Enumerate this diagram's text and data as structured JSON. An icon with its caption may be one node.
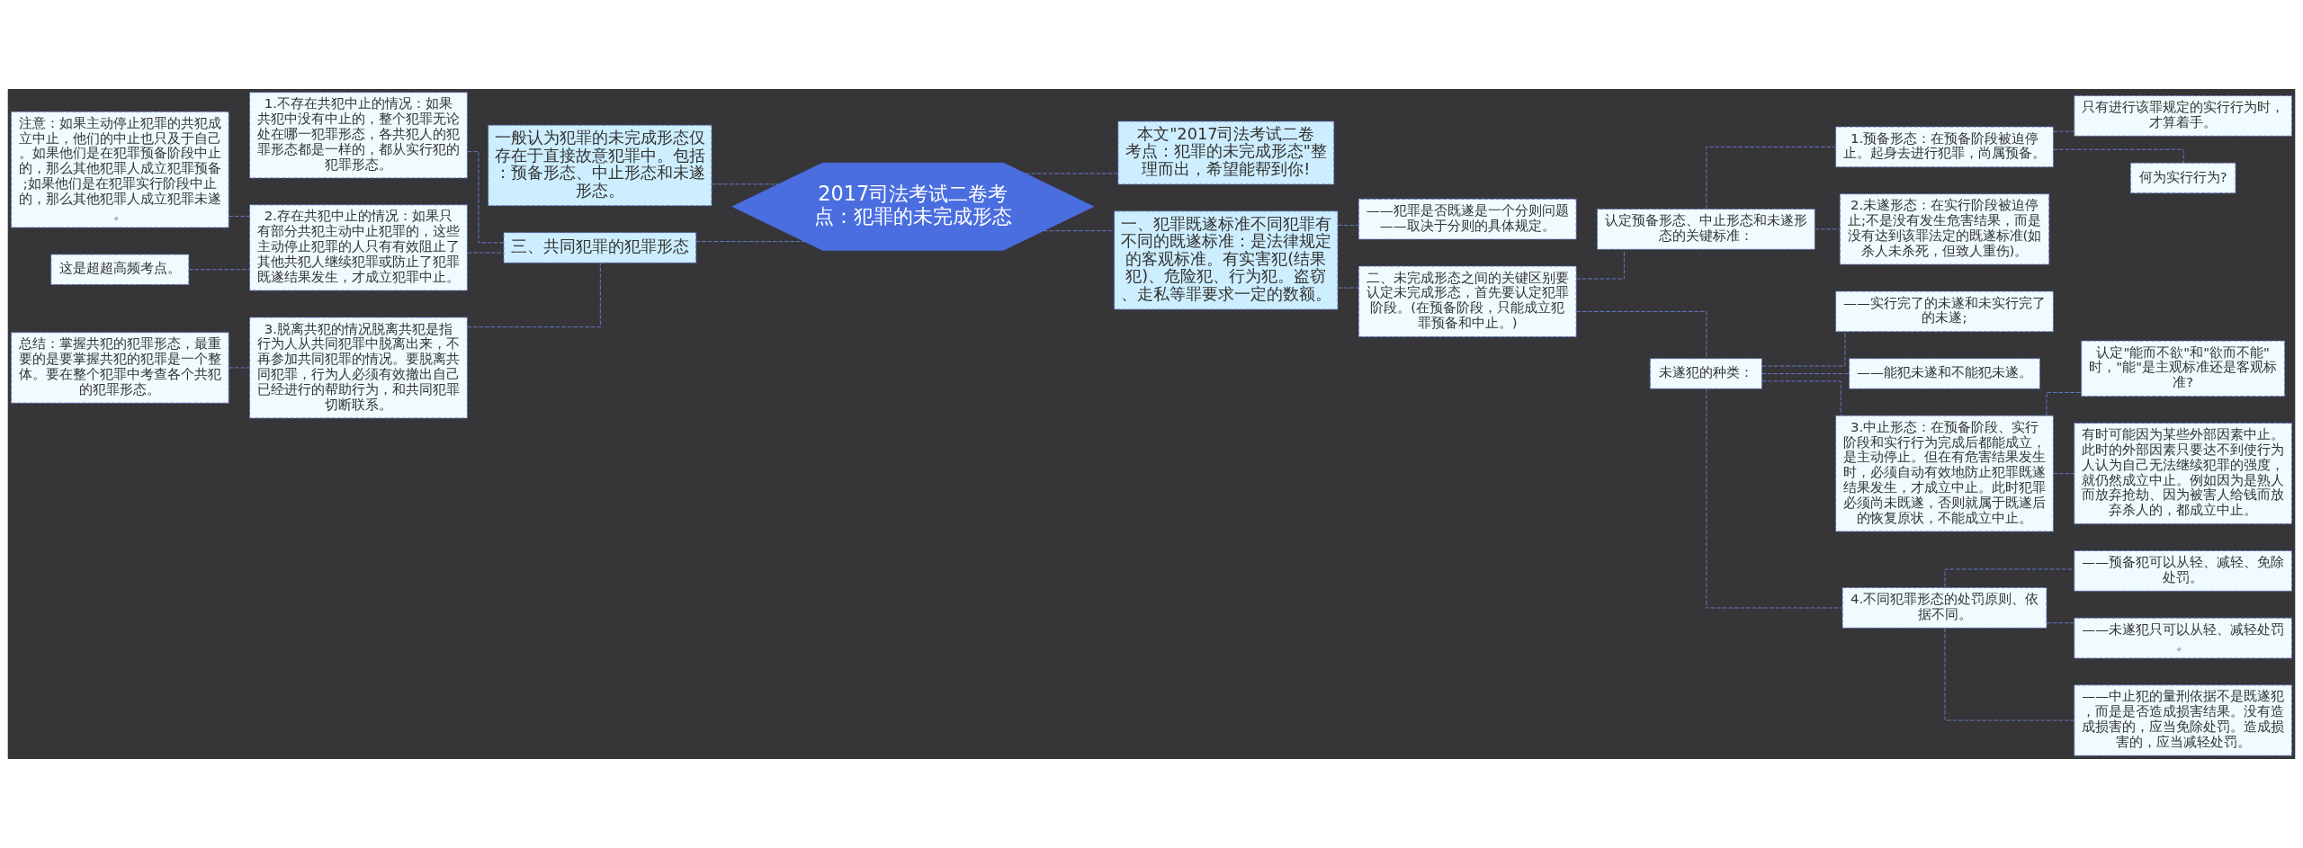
{
  "diagram": {
    "nodes": [
      {
        "text": [
          "2017司法考试二卷考点：犯罪的未完成形态"
        ]
      },
      {
        "text": [
          "一般认为犯罪的未完成形态仅存在于直接故意犯罪中。包括：预备形态、中止形态和未遂形态。"
        ]
      },
      {
        "text": [
          "三、共同犯罪的犯罪形态"
        ]
      },
      {
        "text": [
          "1.不存在共犯中止的情况：如果共犯中没有中止的，整个犯罪无论处在哪一犯罪形态，各共犯人的犯罪形态都是一样的，都从实行犯的犯罪形态。"
        ]
      },
      {
        "text": [
          "2.存在共犯中止的情况：如果只有部分共犯主动中止犯罪的，这些主动停止犯罪的人只有有效阻止了其他共犯人继续犯罪或防止了犯罪既遂结果发生，才成立犯罪中止。"
        ]
      },
      {
        "text": [
          "注意：如果主动停止犯罪的共犯成立中止，他们的中止也只及于自己。如果他们是在犯罪预备阶段中止的，那么其他犯罪人成立犯罪预备;如果他们是在犯罪实行阶段中止的，那么其他犯罪人成立犯罪未遂。"
        ]
      },
      {
        "text": [
          "这是超超高频考点。"
        ]
      },
      {
        "text": [
          "3.脱离共犯的情况脱离共犯是指行为人从共同犯罪中脱离出来，不再参加共同犯罪的情况。要脱离共同犯罪，行为人必须有效撤出自己已经进行的帮助行为，和共同犯罪切断联系。"
        ]
      },
      {
        "text": [
          "总结：掌握共犯的犯罪形态，最重要的是要掌握共犯的犯罪是一个整体。要在整个犯罪中考查各个共犯的犯罪形态。"
        ]
      },
      {
        "text": [
          "本文\"2017司法考试二卷考点：犯罪的未完成形态\"整理而出，希望能帮到你!"
        ]
      },
      {
        "text": [
          "一、犯罪既遂标准不同犯罪有不同的既遂标准：是法律规定的客观标准。有实害犯(结果犯)、危险犯、行为犯。盗窃、走私等罪要求一定的数额。"
        ]
      },
      {
        "text": [
          "——犯罪是否既遂是一个分则问题——取决于分则的具体规定。"
        ]
      },
      {
        "text": [
          "二、未完成形态之间的关键区别要认定未完成形态，首先要认定犯罪阶段。(在预备阶段，只能成立犯罪预备和中止。)"
        ]
      },
      {
        "text": [
          "认定预备形态、中止形态和未遂形态的关键标准："
        ]
      },
      {
        "text": [
          "1.预备形态：在预备阶段被迫停止。起身去进行犯罪，尚属预备。"
        ]
      },
      {
        "text": [
          "只有进行该罪规定的实行行为时，才算着手。"
        ]
      },
      {
        "text": [
          "何为实行行为?"
        ]
      },
      {
        "text": [
          "2.未遂形态：在实行阶段被迫停止;不是没有发生危害结果，而是没有达到该罪法定的既遂标准(如杀人未杀死，但致人重伤)。"
        ]
      },
      {
        "text": [
          "未遂犯的种类："
        ]
      },
      {
        "text": [
          "——实行完了的未遂和未实行完了的未遂;"
        ]
      },
      {
        "text": [
          "——能犯未遂和不能犯未遂。"
        ]
      },
      {
        "text": [
          "3.中止形态：在预备阶段、实行阶段和实行行为完成后都能成立，是主动停止。但在有危害结果发生时，必须自动有效地防止犯罪既遂结果发生，才成立中止。此时犯罪必须尚未既遂，否则就属于既遂后的恢复原状，不能成立中止。"
        ]
      },
      {
        "text": [
          "认定\"能而不欲\"和\"欲而不能\"时，\"能\"是主观标准还是客观标准?"
        ]
      },
      {
        "text": [
          "有时可能因为某些外部因素中止。此时的外部因素只要达不到使行为人认为自己无法继续犯罪的强度，就仍然成立中止。例如因为是熟人而放弃抢劫、因为被害人给钱而放弃杀人的，都成立中止。"
        ]
      },
      {
        "text": [
          "4.不同犯罪形态的处罚原则、依据不同。"
        ]
      },
      {
        "text": [
          "——预备犯可以从轻、减轻、免除处罚。"
        ]
      },
      {
        "text": [
          "——未遂犯只可以从轻、减轻处罚。"
        ]
      },
      {
        "text": [
          "——中止犯的量刑依据不是既遂犯，而是是否造成损害结果。没有造成损害的，应当免除处罚。造成损害的，应当减轻处罚。"
        ]
      }
    ],
    "edges": [
      {
        "from": 0,
        "to": 1,
        "arrow": "none",
        "style": "dashed"
      },
      {
        "from": 0,
        "to": 2,
        "arrow": "none",
        "style": "dashed"
      },
      {
        "from": 2,
        "to": 3,
        "arrow": "none",
        "style": "dashed"
      },
      {
        "from": 2,
        "to": 4,
        "arrow": "none",
        "style": "dashed"
      },
      {
        "from": 4,
        "to": 5,
        "arrow": "none",
        "style": "dashed"
      },
      {
        "from": 4,
        "to": 6,
        "arrow": "none",
        "style": "dashed"
      },
      {
        "from": 2,
        "to": 7,
        "arrow": "none",
        "style": "dashed"
      },
      {
        "from": 7,
        "to": 8,
        "arrow": "none",
        "style": "dashed"
      },
      {
        "from": 0,
        "to": 9,
        "arrow": "none",
        "style": "dashed"
      },
      {
        "from": 0,
        "to": 10,
        "arrow": "none",
        "style": "dashed"
      },
      {
        "from": 10,
        "to": 11,
        "arrow": "none",
        "style": "dashed"
      },
      {
        "from": 10,
        "to": 12,
        "arrow": "none",
        "style": "dashed"
      },
      {
        "from": 12,
        "to": 13,
        "arrow": "none",
        "style": "dashed"
      },
      {
        "from": 13,
        "to": 14,
        "arrow": "none",
        "style": "dashed"
      },
      {
        "from": 14,
        "to": 15,
        "arrow": "none",
        "style": "dashed"
      },
      {
        "from": 14,
        "to": 16,
        "arrow": "none",
        "style": "dashed"
      },
      {
        "from": 13,
        "to": 17,
        "arrow": "none",
        "style": "dashed"
      },
      {
        "from": 12,
        "to": 18,
        "arrow": "none",
        "style": "dashed"
      },
      {
        "from": 18,
        "to": 19,
        "arrow": "none",
        "style": "dashed"
      },
      {
        "from": 18,
        "to": 20,
        "arrow": "none",
        "style": "dashed"
      },
      {
        "from": 18,
        "to": 21,
        "arrow": "none",
        "style": "dashed"
      },
      {
        "from": 21,
        "to": 22,
        "arrow": "none",
        "style": "dashed"
      },
      {
        "from": 21,
        "to": 23,
        "arrow": "none",
        "style": "dashed"
      },
      {
        "from": 18,
        "to": 24,
        "arrow": "none",
        "style": "dashed"
      },
      {
        "from": 24,
        "to": 25,
        "arrow": "none",
        "style": "dashed"
      },
      {
        "from": 24,
        "to": 26,
        "arrow": "none",
        "style": "dashed"
      },
      {
        "from": 24,
        "to": 27,
        "arrow": "none",
        "style": "dashed"
      }
    ]
  }
}
